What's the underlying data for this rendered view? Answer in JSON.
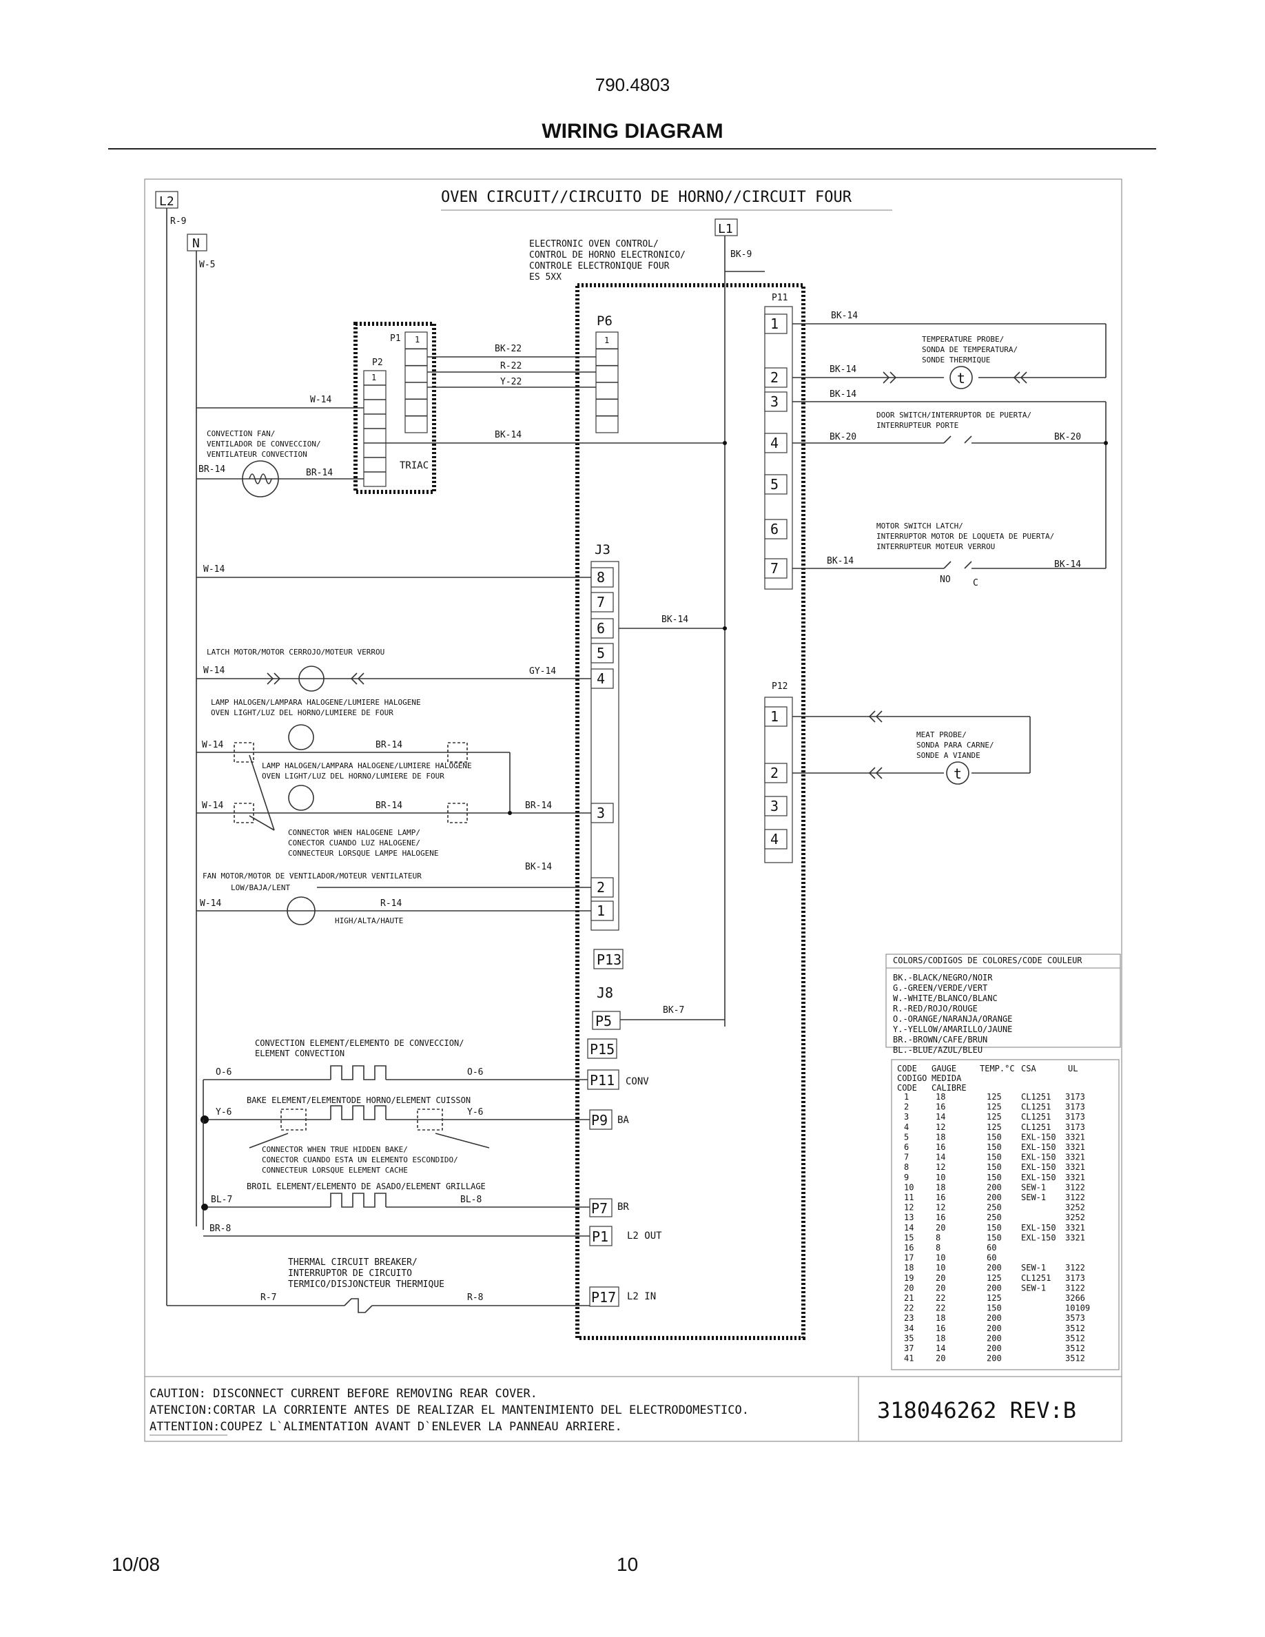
{
  "header": {
    "doc_number": "790.4803",
    "title": "WIRING DIAGRAM"
  },
  "footer": {
    "date": "10/08",
    "page": "10"
  },
  "diagram": {
    "title": "OVEN CIRCUIT//CIRCUITO DE HORNO//CIRCUIT FOUR",
    "terminals": {
      "l2": "L2",
      "n": "N",
      "l1": "L1"
    },
    "wires": {
      "r9": "R-9",
      "w5": "W-5",
      "bk9": "BK-9",
      "bk22": "BK-22",
      "r22": "R-22",
      "y22": "Y-22",
      "w14": "W-14",
      "bk14": "BK-14",
      "br14": "BR-14",
      "bk20": "BK-20",
      "gy14": "GY-14",
      "r14": "R-14",
      "bk7": "BK-7",
      "o6": "O-6",
      "y6": "Y-6",
      "bl7": "BL-7",
      "bl8": "BL-8",
      "br8": "BR-8",
      "r7": "R-7",
      "r8": "R-8"
    },
    "control": {
      "name": [
        "ELECTRONIC OVEN CONTROL/",
        "CONTROL DE HORNO ELECTRONICO/",
        "CONTROLE ELECTRONIQUE FOUR",
        "ES 5XX"
      ],
      "p6": "P6",
      "p11": "P11",
      "p12": "P12",
      "j3": "J3",
      "p13": "P13",
      "j8": "J8",
      "p5": "P5",
      "p15": "P15",
      "p11_conv": "P11",
      "conv": "CONV",
      "p9": "P9",
      "ba": "BA",
      "p7": "P7",
      "br": "BR",
      "p1": "P1",
      "l2out": "L2 OUT",
      "p17": "P17",
      "l2in": "L2 IN",
      "p6_pins": [
        "1"
      ],
      "p11_pins": [
        "1",
        "2",
        "3",
        "4",
        "5",
        "6",
        "7"
      ],
      "j3_pins": [
        "8",
        "7",
        "6",
        "5",
        "4",
        "3",
        "2",
        "1"
      ],
      "p12_pins": [
        "1",
        "2",
        "3",
        "4"
      ]
    },
    "triac": {
      "p1": "P1",
      "p2": "P2",
      "pin1a": "1",
      "pin1b": "1",
      "label": "TRIAC"
    },
    "components": {
      "convection_fan": [
        "CONVECTION FAN/",
        "VENTILADOR DE CONVECCION/",
        "VENTILATEUR CONVECTION"
      ],
      "temp_probe": [
        "TEMPERATURE PROBE/",
        "SONDA DE TEMPERATURA/",
        "SONDE THERMIQUE"
      ],
      "door_switch": [
        "DOOR SWITCH/INTERRUPTOR DE PUERTA/",
        "INTERRUPTEUR PORTE"
      ],
      "motor_switch": [
        "MOTOR SWITCH LATCH/",
        "INTERRUPTOR MOTOR DE LOQUETA DE PUERTA/",
        "INTERRUPTEUR MOTEUR VERROU"
      ],
      "no": "NO",
      "c": "C",
      "latch_motor": "LATCH MOTOR/MOTOR CERROJO/MOTEUR VERROU",
      "lamp1": [
        "LAMP HALOGEN/LAMPARA HALOGENE/LUMIERE HALOGENE",
        "OVEN LIGHT/LUZ DEL HORNO/LUMIERE DE FOUR"
      ],
      "lamp2": [
        "LAMP HALOGEN/LAMPARA HALOGENE/LUMIERE HALOGENE",
        "OVEN LIGHT/LUZ DEL HORNO/LUMIERE DE FOUR"
      ],
      "halogen_connector": [
        "CONNECTOR WHEN HALOGENE LAMP/",
        "CONECTOR CUANDO LUZ HALOGENE/",
        "CONNECTEUR LORSQUE LAMPE HALOGENE"
      ],
      "fan_motor": "FAN MOTOR/MOTOR DE VENTILADOR/MOTEUR VENTILATEUR",
      "low": "LOW/BAJA/LENT",
      "high": "HIGH/ALTA/HAUTE",
      "meat_probe": [
        "MEAT PROBE/",
        "SONDA PARA CARNE/",
        "SONDE A VIANDE"
      ],
      "probe_symbol": "t",
      "convection_element": [
        "CONVECTION ELEMENT/ELEMENTO DE CONVECCION/",
        "ELEMENT CONVECTION"
      ],
      "bake_element": "BAKE ELEMENT/ELEMENTODE HORNO/ELEMENT CUISSON",
      "hidden_bake": [
        "CONNECTOR WHEN TRUE HIDDEN BAKE/",
        "CONECTOR CUANDO ESTA UN ELEMENTO ESCONDIDO/",
        "CONNECTEUR LORSQUE ELEMENT CACHE"
      ],
      "broil_element": "BROIL ELEMENT/ELEMENTO DE ASADO/ELEMENT GRILLAGE",
      "thermal_breaker": [
        "THERMAL CIRCUIT BREAKER/",
        "INTERRUPTOR DE CIRCUITO",
        "TERMICO/DISJONCTEUR THERMIQUE"
      ]
    },
    "color_codes": {
      "title": "COLORS/CODIGOS DE COLORES/CODE COULEUR",
      "items": [
        "BK.-BLACK/NEGRO/NOIR",
        "G.-GREEN/VERDE/VERT",
        "W.-WHITE/BLANCO/BLANC",
        "R.-RED/ROJO/ROUGE",
        "O.-ORANGE/NARANJA/ORANGE",
        "Y.-YELLOW/AMARILLO/JAUNE",
        "BR.-BROWN/CAFE/BRUN",
        "BL.-BLUE/AZUL/BLEU"
      ]
    },
    "gauge_table": {
      "headers": [
        "CODE\nCODIGO\nCODE",
        "GAUGE\nMEDIDA\nCALIBRE",
        "TEMP.°C",
        "CSA",
        "UL"
      ],
      "rows": [
        [
          "1",
          "18",
          "125",
          "CL1251",
          "3173"
        ],
        [
          "2",
          "16",
          "125",
          "CL1251",
          "3173"
        ],
        [
          "3",
          "14",
          "125",
          "CL1251",
          "3173"
        ],
        [
          "4",
          "12",
          "125",
          "CL1251",
          "3173"
        ],
        [
          "5",
          "18",
          "150",
          "EXL-150",
          "3321"
        ],
        [
          "6",
          "16",
          "150",
          "EXL-150",
          "3321"
        ],
        [
          "7",
          "14",
          "150",
          "EXL-150",
          "3321"
        ],
        [
          "8",
          "12",
          "150",
          "EXL-150",
          "3321"
        ],
        [
          "9",
          "10",
          "150",
          "EXL-150",
          "3321"
        ],
        [
          "10",
          "18",
          "200",
          "SEW-1",
          "3122"
        ],
        [
          "11",
          "16",
          "200",
          "SEW-1",
          "3122"
        ],
        [
          "12",
          "12",
          "250",
          "",
          "3252"
        ],
        [
          "13",
          "16",
          "250",
          "",
          "3252"
        ],
        [
          "14",
          "20",
          "150",
          "EXL-150",
          "3321"
        ],
        [
          "15",
          "8",
          "150",
          "EXL-150",
          "3321"
        ],
        [
          "16",
          "8",
          "60",
          "",
          ""
        ],
        [
          "17",
          "10",
          "60",
          "",
          ""
        ],
        [
          "18",
          "10",
          "200",
          "SEW-1",
          "3122"
        ],
        [
          "19",
          "20",
          "125",
          "CL1251",
          "3173"
        ],
        [
          "20",
          "20",
          "200",
          "SEW-1",
          "3122"
        ],
        [
          "21",
          "22",
          "125",
          "",
          "3266"
        ],
        [
          "22",
          "22",
          "150",
          "",
          "10109"
        ],
        [
          "23",
          "18",
          "200",
          "",
          "3573"
        ],
        [
          "34",
          "16",
          "200",
          "",
          "3512"
        ],
        [
          "35",
          "18",
          "200",
          "",
          "3512"
        ],
        [
          "37",
          "14",
          "200",
          "",
          "3512"
        ],
        [
          "41",
          "20",
          "200",
          "",
          "3512"
        ]
      ]
    },
    "caution": [
      "CAUTION: DISCONNECT CURRENT BEFORE REMOVING REAR COVER.",
      "ATENCION:CORTAR LA CORRIENTE ANTES DE REALIZAR EL MANTENIMIENTO DEL ELECTRODOMESTICO.",
      "ATTENTION:COUPEZ L`ALIMENTATION AVANT D`ENLEVER LA PANNEAU ARRIERE."
    ],
    "part_number": "318046262 REV:B"
  }
}
